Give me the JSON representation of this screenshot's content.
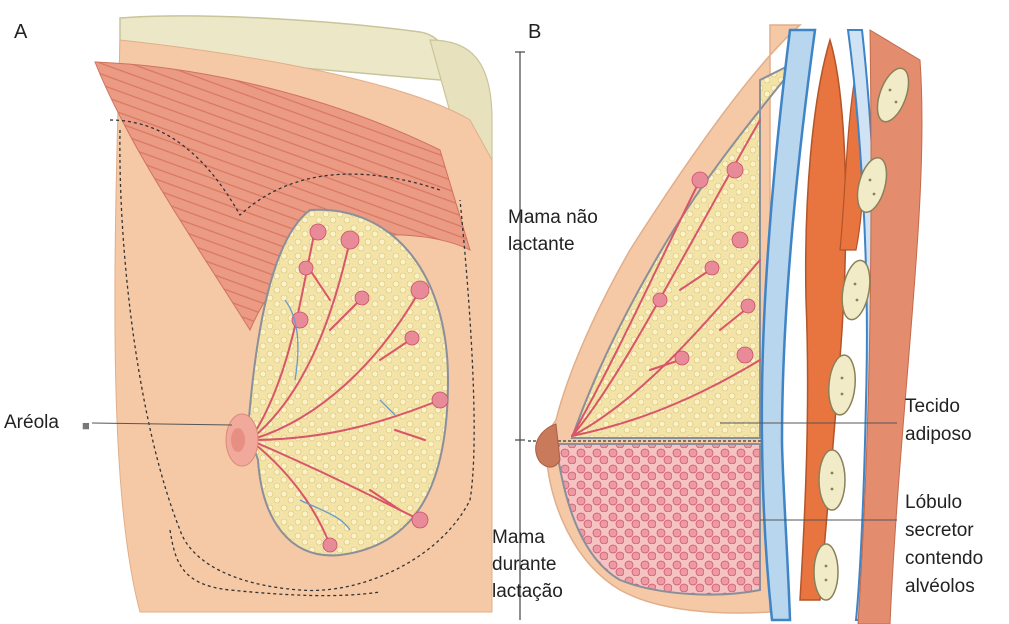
{
  "panels": {
    "a": {
      "letter": "A"
    },
    "b": {
      "letter": "B"
    }
  },
  "labels": {
    "areola": "Aréola",
    "mama_nao_lactante": [
      "Mama não",
      "lactante"
    ],
    "mama_durante_lactacao": [
      "Mama",
      "durante",
      "lactação"
    ],
    "tecido_adiposo": [
      "Tecido",
      "adiposo"
    ],
    "lobulo_secretor": [
      "Lóbulo",
      "secretor",
      "contendo",
      "alvéolos"
    ]
  },
  "colors": {
    "skin": "#f5c9a6",
    "muscle": "#e8917a",
    "fat": "#f3e1a0",
    "duct": "#d8556a",
    "vessel_blue": "#5b9bd5",
    "bone": "#ece8c7"
  }
}
